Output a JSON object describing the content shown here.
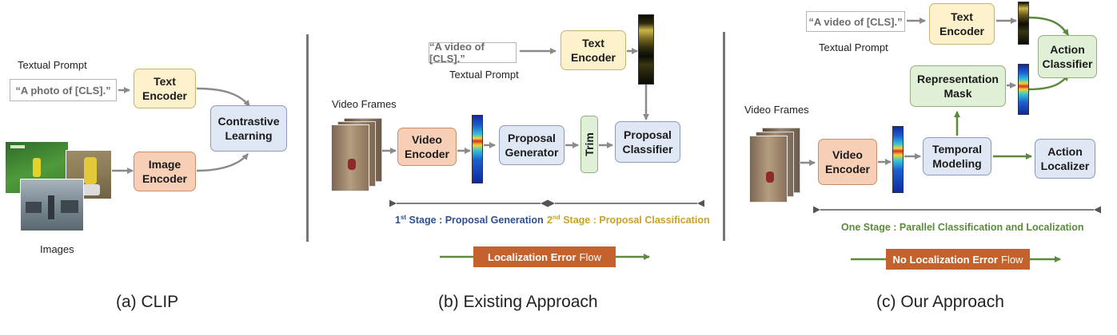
{
  "clip": {
    "textual_prompt_label": "Textual Prompt",
    "prompt": "“A photo of [CLS].”",
    "text_encoder": "Text\nEncoder",
    "image_encoder": "Image\nEncoder",
    "contrastive": "Contrastive\nLearning",
    "images_label": "Images",
    "caption": "(a) CLIP"
  },
  "existing": {
    "prompt": "“A video of [CLS].”",
    "textual_prompt_label": "Textual Prompt",
    "text_encoder": "Text\nEncoder",
    "video_frames_label": "Video Frames",
    "video_encoder": "Video\nEncoder",
    "proposal_generator": "Proposal\nGenerator",
    "trim": "Trim",
    "proposal_classifier": "Proposal\nClassifier",
    "stage1_prefix": "1",
    "stage1_sup": "st",
    "stage1_rest": " Stage : Proposal Generation",
    "stage2_prefix": "2",
    "stage2_sup": "nd",
    "stage2_rest": " Stage : Proposal Classification",
    "flow_bold": "Localization Error",
    "flow_rest": "Flow",
    "caption": "(b) Existing Approach"
  },
  "ours": {
    "prompt": "“A video of [CLS].”",
    "textual_prompt_label": "Textual Prompt",
    "text_encoder": "Text\nEncoder",
    "action_classifier": "Action\nClassifier",
    "representation_mask": "Representation\nMask",
    "video_frames_label": "Video Frames",
    "video_encoder": "Video\nEncoder",
    "temporal_modeling": "Temporal\nModeling",
    "action_localizer": "Action\nLocalizer",
    "stage_text": "One Stage : Parallel Classification and Localization",
    "flow_bold": "No Localization Error",
    "flow_rest": "Flow",
    "caption": "(c) Our Approach"
  },
  "colors": {
    "stage1": "#2f4f8f",
    "stage2": "#c9a227",
    "one_stage": "#5b8a3a",
    "flow_bar": "#c4622e",
    "flow_arrow": "#5b8a3a",
    "arrow": "#8a8a8a"
  }
}
